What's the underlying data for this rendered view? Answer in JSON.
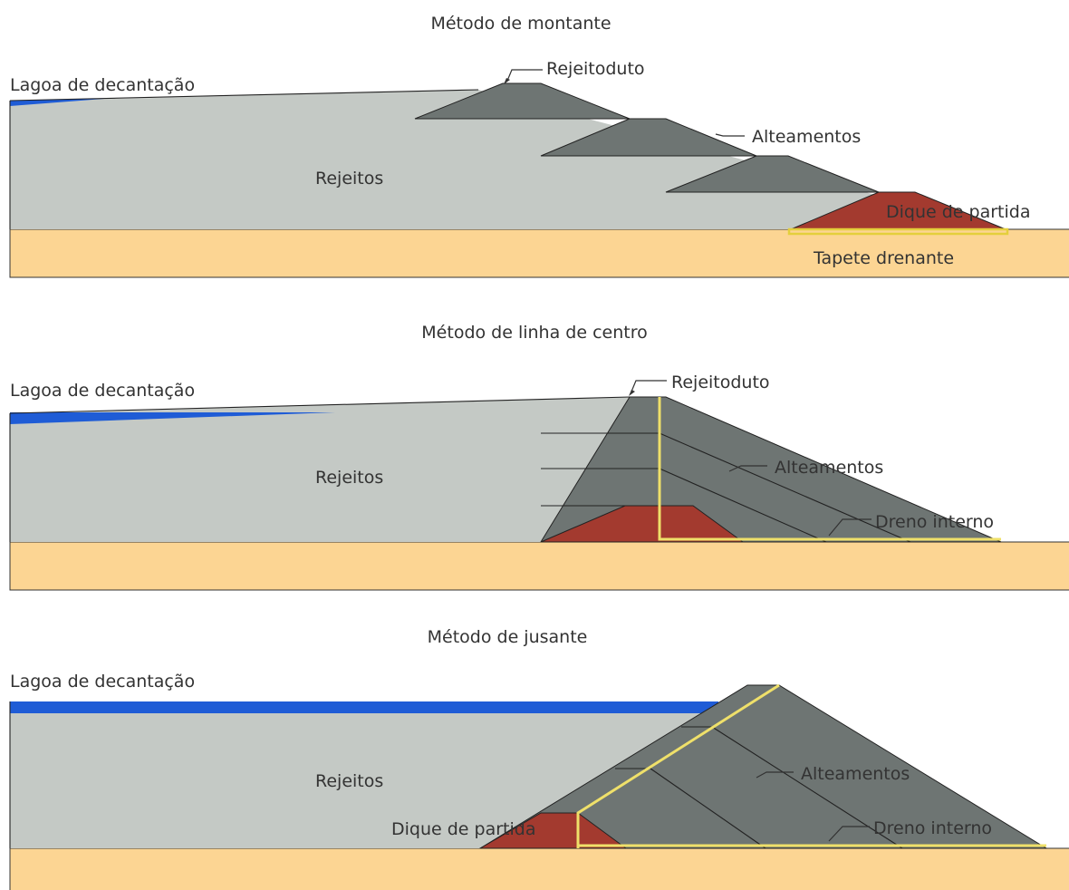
{
  "colors": {
    "ground": "#fcd593",
    "tailings": "#c4c9c5",
    "dam_fill": "#6e7573",
    "starter_dike": "#a33a2f",
    "water": "#1f5cd6",
    "drain": "#efe06a"
  },
  "panels": [
    {
      "title": "Método de montante",
      "labels": {
        "pond": "Lagoa de decantação",
        "tailings": "Rejeitos",
        "pipe": "Rejeitoduto",
        "raises": "Alteamentos",
        "starter_dike": "Dique de partida",
        "drain_blanket": "Tapete drenante"
      }
    },
    {
      "title": "Método de linha de centro",
      "labels": {
        "pond": "Lagoa de decantação",
        "tailings": "Rejeitos",
        "pipe": "Rejeitoduto",
        "raises": "Alteamentos",
        "internal_drain": "Dreno interno"
      }
    },
    {
      "title": "Método de jusante",
      "labels": {
        "pond": "Lagoa de decantação",
        "tailings": "Rejeitos",
        "raises": "Alteamentos",
        "starter_dike": "Dique de partida",
        "internal_drain": "Dreno interno"
      }
    }
  ]
}
